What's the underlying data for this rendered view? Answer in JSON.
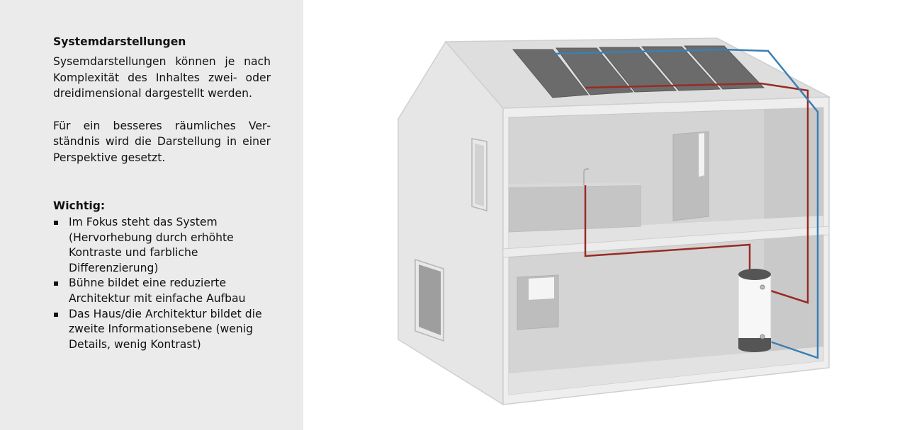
{
  "sidebar": {
    "section_title": "Systemdarstellungen",
    "paragraph_1": "Sysemdarstellungen können je nach Komplexität des Inhaltes zwei- oder dreidimensional dargestellt werden.",
    "paragraph_2": "Für ein besseres räumliches Ver­ständnis wird die Darstellung in ei­ner Perspektive gesetzt.",
    "important_title": "Wichtig:",
    "bullets": [
      "Im Fokus steht das System (Hervorhebung durch erhöhte Kontraste und farbliche Differenzierung)",
      "Bühne bildet eine reduzierte Architektur mit einfache Aufbau",
      "Das Haus/die Architektur bildet die zweite Informationsebene (wenig Details, wenig Kontrast)"
    ]
  },
  "diagram": {
    "colors": {
      "hot_pipe": "#9b2a24",
      "cold_pipe": "#3b7fb3",
      "solar_panel": "#6b6b6b",
      "house_wall": "#e6e6e6",
      "house_outline": "#cfcfcf",
      "interior": "#d3d3d3",
      "tank_body": "#f7f7f7",
      "tank_cap": "#555555"
    },
    "solar_panel_count": 5
  }
}
